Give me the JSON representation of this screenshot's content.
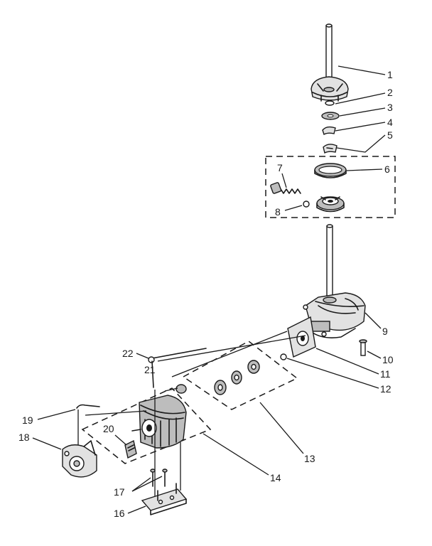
{
  "callouts": [
    "1",
    "2",
    "3",
    "4",
    "5",
    "6",
    "7",
    "8",
    "9",
    "10",
    "11",
    "12",
    "13",
    "14",
    "16",
    "17",
    "18",
    "19",
    "20",
    "21",
    "22"
  ]
}
